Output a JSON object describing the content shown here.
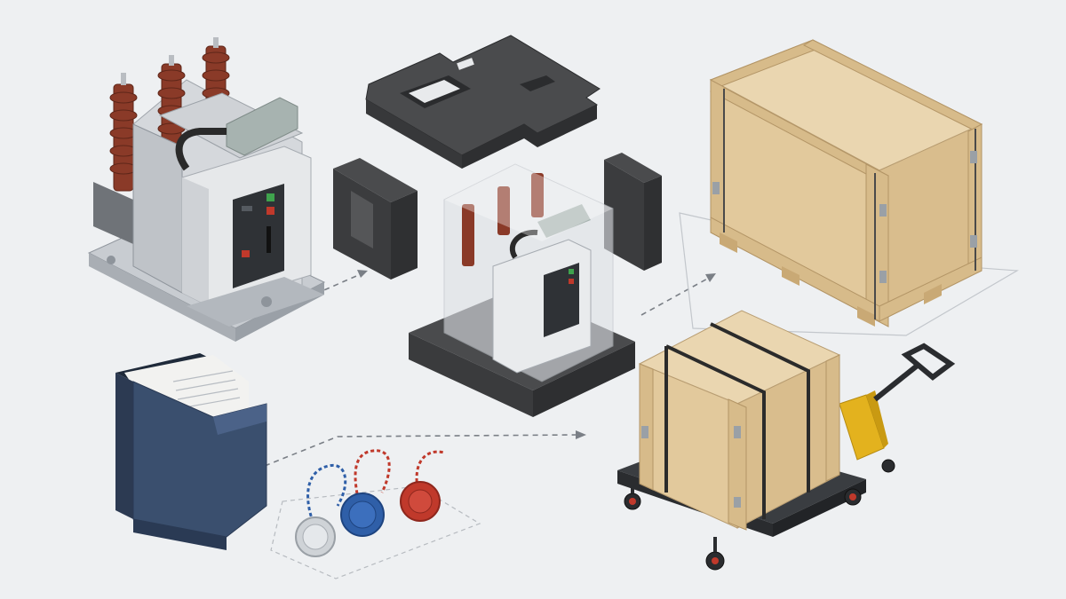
{
  "scene": {
    "background": "#eef0f2",
    "panels": [
      {
        "name": "vacuum-circuit-breaker",
        "type": "equipment"
      },
      {
        "name": "foam-packaging",
        "type": "packing-material"
      },
      {
        "name": "wooden-crate",
        "type": "shipping-crate"
      },
      {
        "name": "document-folder",
        "type": "documentation"
      },
      {
        "name": "seal-tags",
        "type": "seals"
      },
      {
        "name": "crate-on-pallet-truck",
        "type": "transport"
      }
    ],
    "seal_colors": [
      "#cfd3d7",
      "#2f5fa8",
      "#c0392b"
    ],
    "colors": {
      "insulator": "#8a3a28",
      "panel": "#e6e8ea",
      "foam": "#4a4b4d",
      "wood": "#e6cfa7",
      "folder": "#3a4f6e",
      "pallet_truck": "#e3b21e",
      "strap": "#2b2b2b",
      "arrow": "#7a7f86"
    },
    "icons": [
      "breaker-icon",
      "foam-icon",
      "crate-icon",
      "folder-icon",
      "seal-icon",
      "pallet-truck-icon"
    ]
  }
}
